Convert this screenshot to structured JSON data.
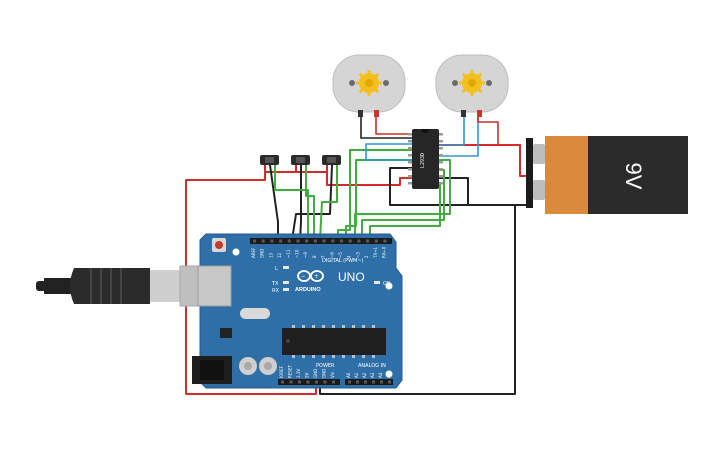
{
  "arduino": {
    "model_label": "UNO",
    "brand_label": "ARDUINO",
    "digital_header_label": "DIGITAL (PWM~)",
    "power_header_label": "POWER",
    "analog_header_label": "ANALOG IN",
    "led_l": "L",
    "led_tx": "TX",
    "led_rx": "RX",
    "led_on": "ON",
    "top_pins": [
      "AREF",
      "GND",
      "13",
      "12",
      "~11",
      "~10",
      "~9",
      "8",
      "7",
      "~6",
      "~5",
      "4",
      "~3",
      "2",
      "TX→1",
      "RX←0"
    ],
    "power_pins": [
      "IOREF",
      "RESET",
      "3.3V",
      "5V",
      "GND",
      "GND",
      "Vin"
    ],
    "analog_pins": [
      "A0",
      "A1",
      "A2",
      "A3",
      "A4",
      "A5"
    ]
  },
  "driver_ic": {
    "label": "L293D"
  },
  "battery": {
    "label": "9V",
    "colors": {
      "body": "#2b2b2b",
      "cap": "#d98a3a"
    }
  },
  "colors": {
    "board": "#2f6fa8",
    "wire_red": "#d32a2a",
    "wire_black": "#222222",
    "wire_green": "#3fae3f",
    "wire_blue": "#2e97d6",
    "motor_body": "#d5d5d5",
    "motor_gear": "#f2c01e"
  },
  "icons": [
    "usb-plug-icon",
    "dc-motor-icon",
    "battery-icon",
    "ic-chip-icon",
    "pushbutton-icon"
  ]
}
